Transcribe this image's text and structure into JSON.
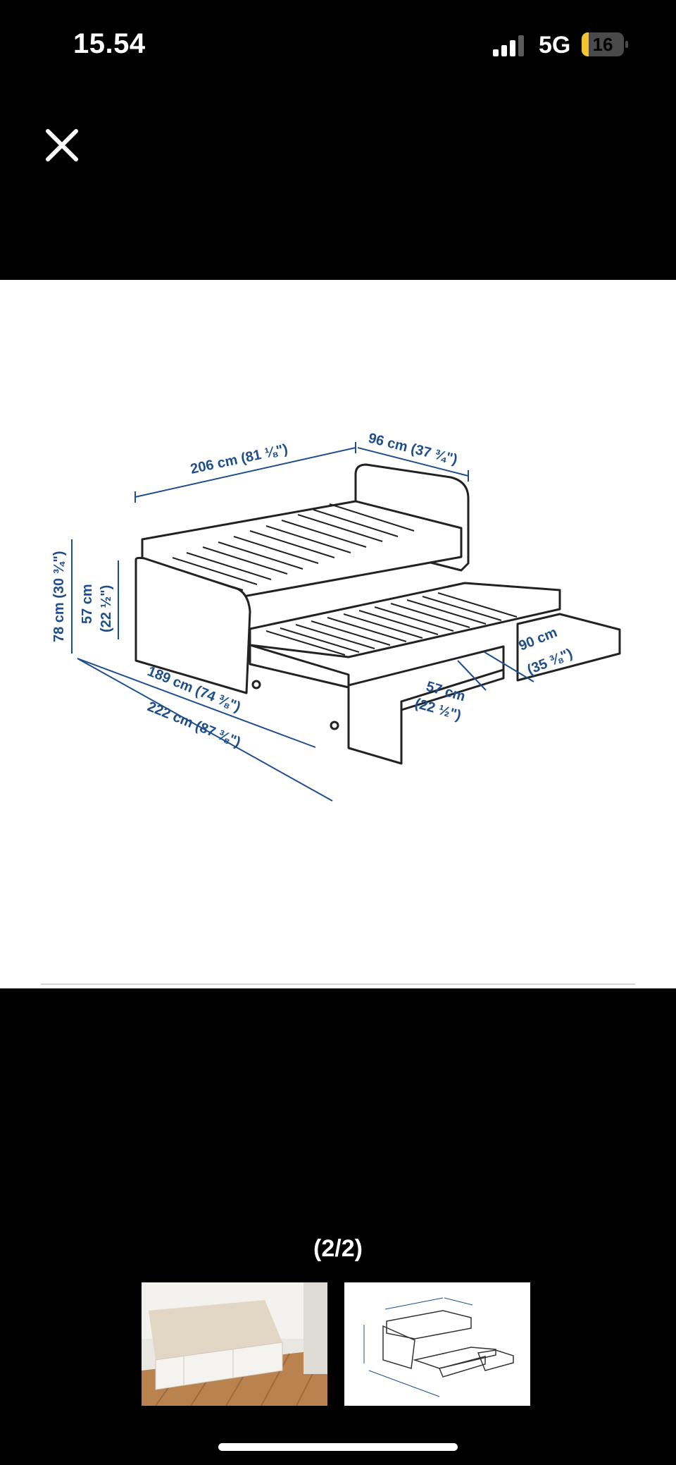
{
  "status_bar": {
    "time": "15.54",
    "network": "5G",
    "battery_level": "16",
    "battery_fraction": 0.16,
    "battery_color": "#f4c430"
  },
  "toolbar": {
    "close_icon": "close-icon"
  },
  "viewer": {
    "page_indicator": "(2/2)",
    "diagram_labels": {
      "length_top": "206 cm (81 ⅛\")",
      "width_top": "96 cm (37 ¾\")",
      "height_total": "78 cm (30 ¾\")",
      "height_seat": "57 cm",
      "height_seat_in": "(22 ½\")",
      "length_inner": "189 cm (74 ⅜\")",
      "length_total": "222 cm (87 ⅜\")",
      "drawer_depth": "57 cm",
      "drawer_depth_in": "(22 ½\")",
      "drawer_width": "90 cm",
      "drawer_width_in": "(35 ⅜\")"
    }
  },
  "thumbnails": [
    {
      "name": "photo-thumbnail"
    },
    {
      "name": "diagram-thumbnail"
    }
  ],
  "colors": {
    "dimension": "#1f4e8c",
    "background": "#000000"
  }
}
